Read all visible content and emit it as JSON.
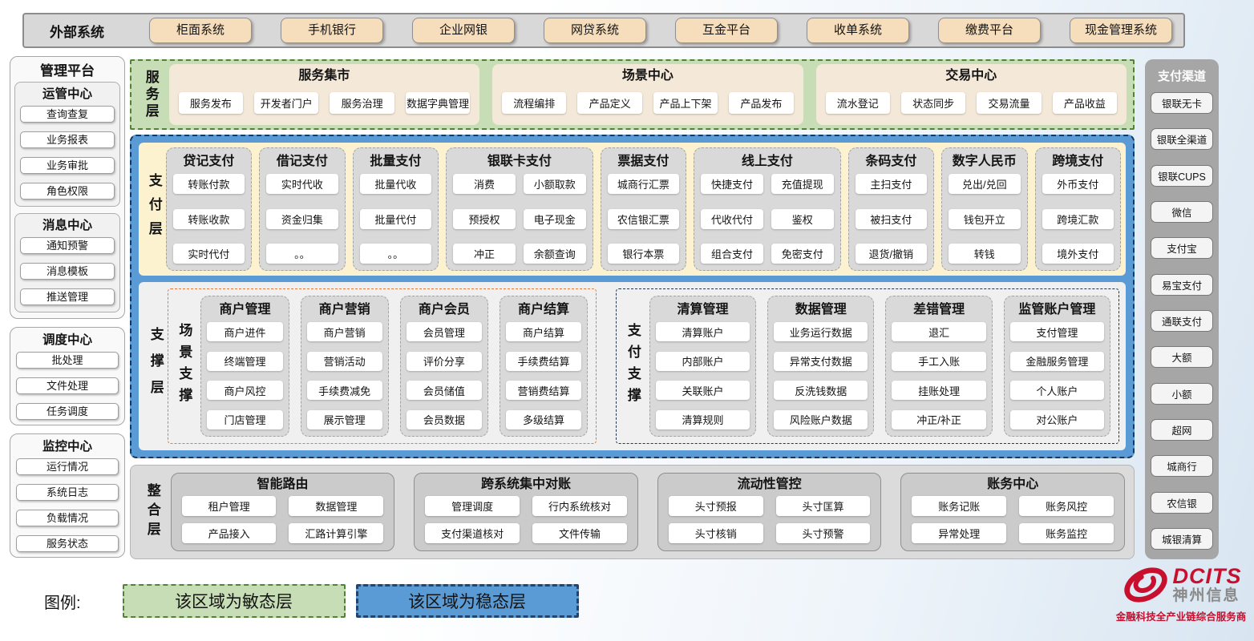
{
  "external": {
    "label": "外部系统",
    "systems": [
      "柜面系统",
      "手机银行",
      "企业网银",
      "网贷系统",
      "互金平台",
      "收单系统",
      "缴费平台",
      "现金管理系统"
    ]
  },
  "management": {
    "title": "管理平台",
    "primary_groups": [
      {
        "title": "运管中心",
        "items": [
          "查询查复",
          "业务报表",
          "业务审批",
          "角色权限"
        ]
      },
      {
        "title": "消息中心",
        "items": [
          "通知预警",
          "消息模板",
          "推送管理"
        ]
      }
    ],
    "secondary_groups": [
      {
        "title": "调度中心",
        "items": [
          "批处理",
          "文件处理",
          "任务调度"
        ]
      },
      {
        "title": "监控中心",
        "items": [
          "运行情况",
          "系统日志",
          "负载情况",
          "服务状态"
        ]
      }
    ]
  },
  "service_layer": {
    "label": "服务层",
    "panels": [
      {
        "title": "服务集市",
        "items": [
          "服务发布",
          "开发者门户",
          "服务治理",
          "数据字典管理"
        ]
      },
      {
        "title": "场景中心",
        "items": [
          "流程编排",
          "产品定义",
          "产品上下架",
          "产品发布"
        ]
      },
      {
        "title": "交易中心",
        "items": [
          "流水登记",
          "状态同步",
          "交易流量",
          "产品收益"
        ]
      }
    ]
  },
  "payment_layer": {
    "label": "支付层",
    "columns": [
      {
        "title": "贷记支付",
        "cols": 1,
        "items": [
          "转账付款",
          "转账收款",
          "实时代付"
        ]
      },
      {
        "title": "借记支付",
        "cols": 1,
        "items": [
          "实时代收",
          "资金归集",
          "。。"
        ]
      },
      {
        "title": "批量支付",
        "cols": 1,
        "items": [
          "批量代收",
          "批量代付",
          "。。"
        ]
      },
      {
        "title": "银联卡支付",
        "cols": 2,
        "items": [
          "消费",
          "小额取款",
          "预授权",
          "电子现金",
          "冲正",
          "余额查询"
        ]
      },
      {
        "title": "票据支付",
        "cols": 1,
        "items": [
          "城商行汇票",
          "农信银汇票",
          "银行本票"
        ]
      },
      {
        "title": "线上支付",
        "cols": 2,
        "items": [
          "快捷支付",
          "充值提现",
          "代收代付",
          "鉴权",
          "组合支付",
          "免密支付"
        ]
      },
      {
        "title": "条码支付",
        "cols": 1,
        "items": [
          "主扫支付",
          "被扫支付",
          "退货/撤销"
        ]
      },
      {
        "title": "数字人民币",
        "cols": 1,
        "items": [
          "兑出/兑回",
          "钱包开立",
          "转钱"
        ]
      },
      {
        "title": "跨境支付",
        "cols": 1,
        "items": [
          "外币支付",
          "跨境汇款",
          "境外支付"
        ]
      }
    ]
  },
  "support_layer": {
    "label": "支撑层",
    "sections": [
      {
        "label": "场景支撑",
        "style": "scene",
        "columns": [
          {
            "title": "商户管理",
            "items": [
              "商户进件",
              "终端管理",
              "商户风控",
              "门店管理"
            ]
          },
          {
            "title": "商户营销",
            "items": [
              "商户营销",
              "营销活动",
              "手续费减免",
              "展示管理"
            ]
          },
          {
            "title": "商户会员",
            "items": [
              "会员管理",
              "评价分享",
              "会员储值",
              "会员数据"
            ]
          },
          {
            "title": "商户结算",
            "items": [
              "商户结算",
              "手续费结算",
              "营销费结算",
              "多级结算"
            ]
          }
        ]
      },
      {
        "label": "支付支撑",
        "style": "pay",
        "columns": [
          {
            "title": "清算管理",
            "items": [
              "清算账户",
              "内部账户",
              "关联账户",
              "清算规则"
            ]
          },
          {
            "title": "数据管理",
            "items": [
              "业务运行数据",
              "异常支付数据",
              "反洗钱数据",
              "风险账户数据"
            ]
          },
          {
            "title": "差错管理",
            "items": [
              "退汇",
              "手工入账",
              "挂账处理",
              "冲正/补正"
            ]
          },
          {
            "title": "监管账户管理",
            "items": [
              "支付管理",
              "金融服务管理",
              "个人账户",
              "对公账户"
            ]
          }
        ]
      }
    ]
  },
  "integration_layer": {
    "label": "整合层",
    "panels": [
      {
        "title": "智能路由",
        "items": [
          "租户管理",
          "数据管理",
          "产品接入",
          "汇路计算引擎"
        ]
      },
      {
        "title": "跨系统集中对账",
        "items": [
          "管理调度",
          "行内系统核对",
          "支付渠道核对",
          "文件传输"
        ]
      },
      {
        "title": "流动性管控",
        "items": [
          "头寸预报",
          "头寸匡算",
          "头寸核销",
          "头寸预警"
        ]
      },
      {
        "title": "账务中心",
        "items": [
          "账务记账",
          "账务风控",
          "异常处理",
          "账务监控"
        ]
      }
    ]
  },
  "channels": {
    "title": "支付渠道",
    "items": [
      "银联无卡",
      "银联全渠道",
      "银联CUPS",
      "微信",
      "支付宝",
      "易宝支付",
      "通联支付",
      "大额",
      "小额",
      "超网",
      "城商行",
      "农信银",
      "城银清算"
    ]
  },
  "legend": {
    "label": "图例:",
    "agile": "该区域为敏态层",
    "stable": "该区域为稳态层"
  },
  "branding": {
    "logo_text": "DCITS",
    "company": "神州信息",
    "tagline": "金融科技全产业链综合服务商"
  },
  "colors": {
    "agile_green_fill": "#c7ddb5",
    "agile_green_border": "#538135",
    "stable_blue_fill": "#5b9bd5",
    "stable_blue_border": "#17375e",
    "payment_yellow_fill": "#fdf2cf",
    "service_panel_peach": "#f4e8d8",
    "category_box_gray": "#d9d9d9",
    "external_button_tan": "#f6ddbb",
    "scene_support_orange_border": "#e07b39",
    "pay_support_navy_border": "#24364f",
    "brand_red": "#c8102e"
  }
}
